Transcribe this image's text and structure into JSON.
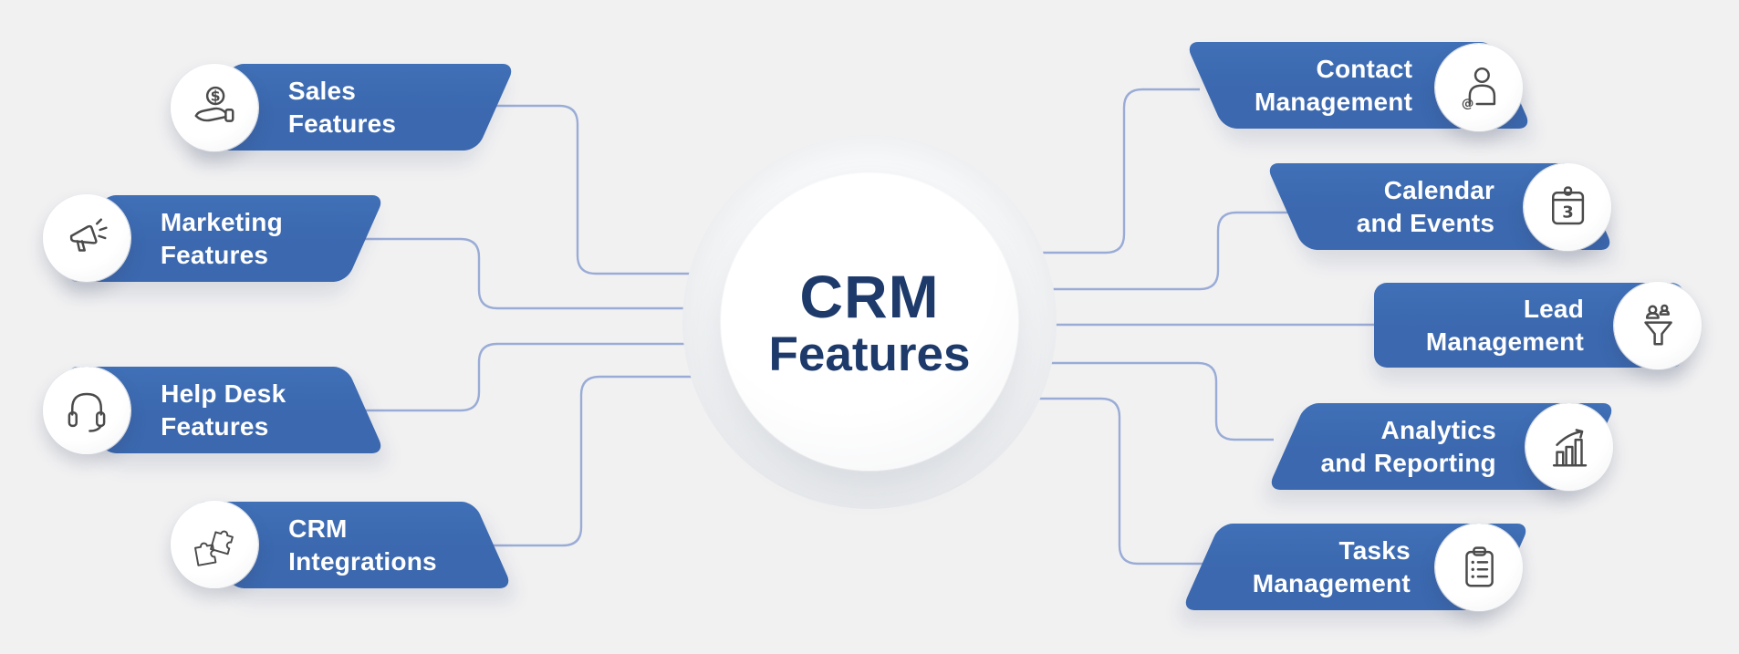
{
  "title": {
    "line1": "CRM",
    "line2": "Features"
  },
  "colors": {
    "accent": "#3b68af",
    "line": "#9aacd6",
    "navy": "#1d3a6b",
    "bg": "#f1f1f2",
    "icon-stroke": "#4b4b4b",
    "label-text": "#ffffff"
  },
  "features": {
    "left": [
      {
        "id": "sales-features",
        "icon": "hand-dollar-icon",
        "label_lines": [
          "Sales",
          "Features"
        ]
      },
      {
        "id": "marketing-features",
        "icon": "megaphone-icon",
        "label_lines": [
          "Marketing",
          "Features"
        ]
      },
      {
        "id": "help-desk-features",
        "icon": "headset-icon",
        "label_lines": [
          "Help Desk",
          "Features"
        ]
      },
      {
        "id": "crm-integrations",
        "icon": "puzzle-icon",
        "label_lines": [
          "CRM",
          "Integrations"
        ]
      }
    ],
    "right": [
      {
        "id": "contact-management",
        "icon": "person-at-icon",
        "label_lines": [
          "Contact",
          "Management"
        ]
      },
      {
        "id": "calendar-and-events",
        "icon": "calendar-icon",
        "label_lines": [
          "Calendar",
          "and Events"
        ]
      },
      {
        "id": "lead-management",
        "icon": "funnel-people-icon",
        "label_lines": [
          "Lead",
          "Management"
        ]
      },
      {
        "id": "analytics-and-reporting",
        "icon": "bar-chart-arrow-icon",
        "label_lines": [
          "Analytics",
          "and Reporting"
        ]
      },
      {
        "id": "tasks-management",
        "icon": "clipboard-checklist-icon",
        "label_lines": [
          "Tasks",
          "Management"
        ]
      }
    ]
  }
}
